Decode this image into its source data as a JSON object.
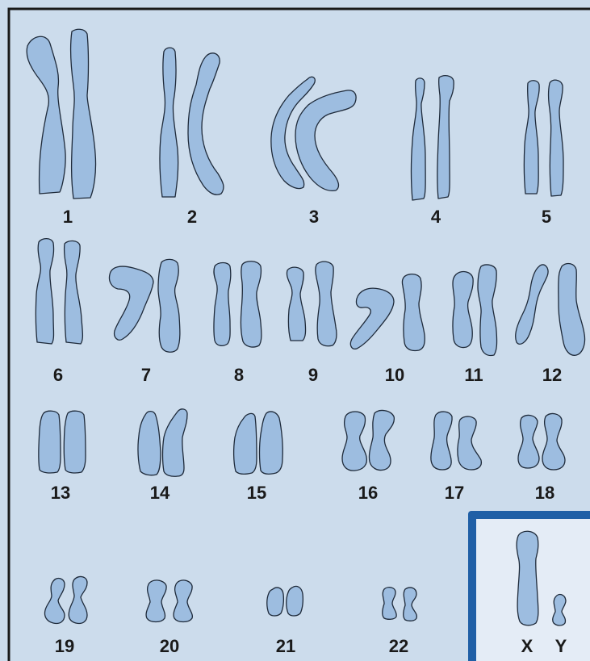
{
  "figure": {
    "colors": {
      "background": "#ccdcec",
      "frame": "#1a1a1a",
      "chromosome_fill": "#9dbde0",
      "chromosome_outline": "#1e2a3a",
      "inset_background": "#e4ecf6",
      "inset_border": "#1f5fa6",
      "label": "#1a1a1a"
    },
    "autosomes": [
      {
        "label": "1"
      },
      {
        "label": "2"
      },
      {
        "label": "3"
      },
      {
        "label": "4"
      },
      {
        "label": "5"
      },
      {
        "label": "6"
      },
      {
        "label": "7"
      },
      {
        "label": "8"
      },
      {
        "label": "9"
      },
      {
        "label": "10"
      },
      {
        "label": "11"
      },
      {
        "label": "12"
      },
      {
        "label": "13"
      },
      {
        "label": "14"
      },
      {
        "label": "15"
      },
      {
        "label": "16"
      },
      {
        "label": "17"
      },
      {
        "label": "18"
      },
      {
        "label": "19"
      },
      {
        "label": "20"
      },
      {
        "label": "21"
      },
      {
        "label": "22"
      }
    ],
    "sex_chromosomes": {
      "x_label": "X",
      "y_label": "Y"
    }
  }
}
